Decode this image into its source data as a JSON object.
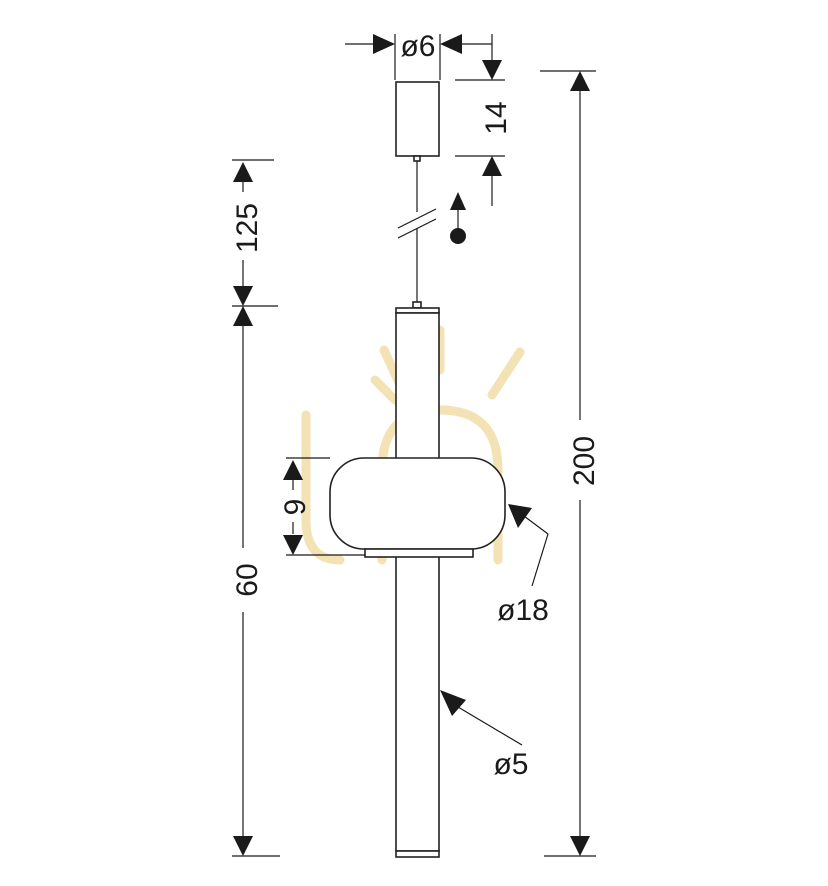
{
  "dimensions": {
    "canopy_diameter": "ø6",
    "canopy_height": "14",
    "cable_length": "125",
    "overall_height": "200",
    "tube_length": "60",
    "shade_height": "9",
    "shade_diameter": "ø18",
    "tube_diameter": "ø5"
  },
  "colors": {
    "line": "#1a1a1a",
    "watermark": "#f3e2b4"
  },
  "icons": {
    "adjustable_marker": "adjustable-height-icon",
    "watermark": "bulb-logo-watermark"
  }
}
